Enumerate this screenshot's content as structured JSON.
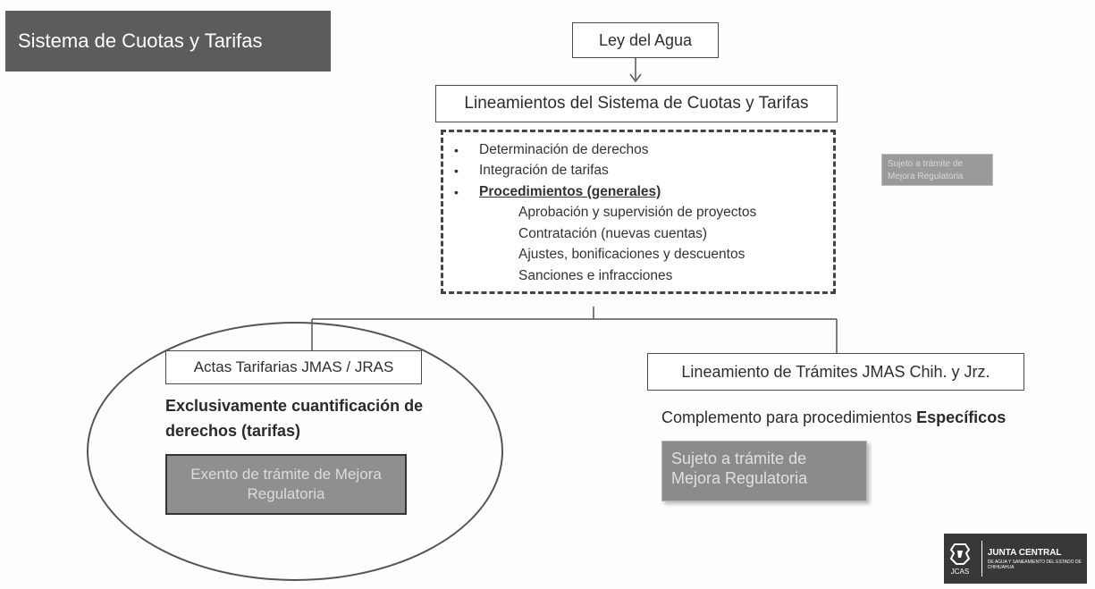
{
  "title": "Sistema de Cuotas y Tarifas",
  "nodes": {
    "ley": "Ley del Agua",
    "lineamientos": "Lineamientos del Sistema de Cuotas y Tarifas",
    "actas": "Actas Tarifarias JMAS / JRAS",
    "tramites": "Lineamiento de Trámites JMAS Chih. y Jrz."
  },
  "lineamientos_list": {
    "bullets": [
      "Determinación de derechos",
      "Integración de tarifas",
      "Procedimientos (generales)"
    ],
    "sub_items": [
      "Aprobación y supervisión de proyectos",
      "Contratación (nuevas cuentas)",
      "Ajustes, bonificaciones y descuentos",
      "Sanciones e infracciones"
    ]
  },
  "badges": {
    "sujeto_small": "Sujeto a trámite de Mejora Regulatoria",
    "exento": "Exento de trámite de Mejora Regulatoria",
    "sujeto_large": "Sujeto a trámite de Mejora Regulatoria"
  },
  "actas_detail": "Exclusivamente cuantificación de derechos (tarifas)",
  "tramites_detail": {
    "prefix": "Complemento para procedimientos ",
    "bold": "Específicos"
  },
  "logo": {
    "abbr": "JCAS",
    "name": "JUNTA CENTRAL",
    "subtitle": "DE AGUA Y SANEAMIENTO DEL ESTADO DE CHIHUAHUA"
  },
  "colors": {
    "title_bg": "#5c5c5c",
    "badge_gray": "#8f8f8f",
    "border": "#4a4a4a"
  }
}
